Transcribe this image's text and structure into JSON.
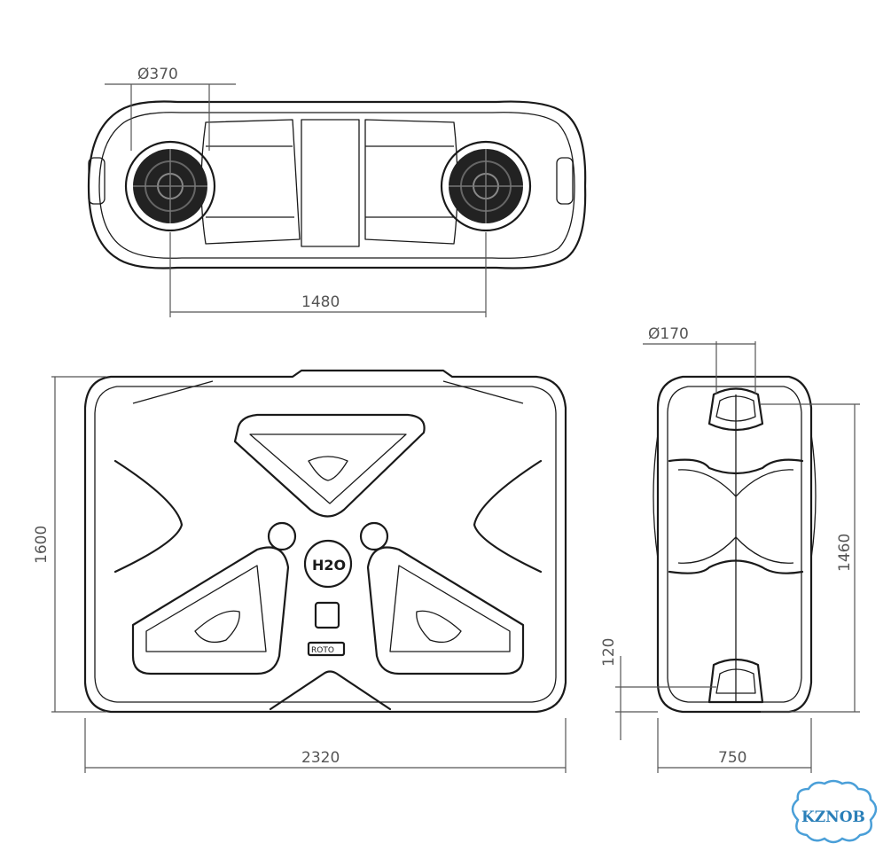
{
  "dimensions": {
    "pipe_top": "Ø370",
    "fan_spacing": "1480",
    "inlet_side": "Ø170",
    "height_front": "1600",
    "length": "2320",
    "height_side": "1460",
    "outlet_offset": "120",
    "width": "750"
  },
  "badges": {
    "h2o": "H2O",
    "brand_plate": "ROTO"
  },
  "watermark": {
    "text": "KZNOB",
    "color": "#4a9fd8"
  },
  "colors": {
    "line": "#1a1a1a",
    "dimension": "#555555"
  }
}
